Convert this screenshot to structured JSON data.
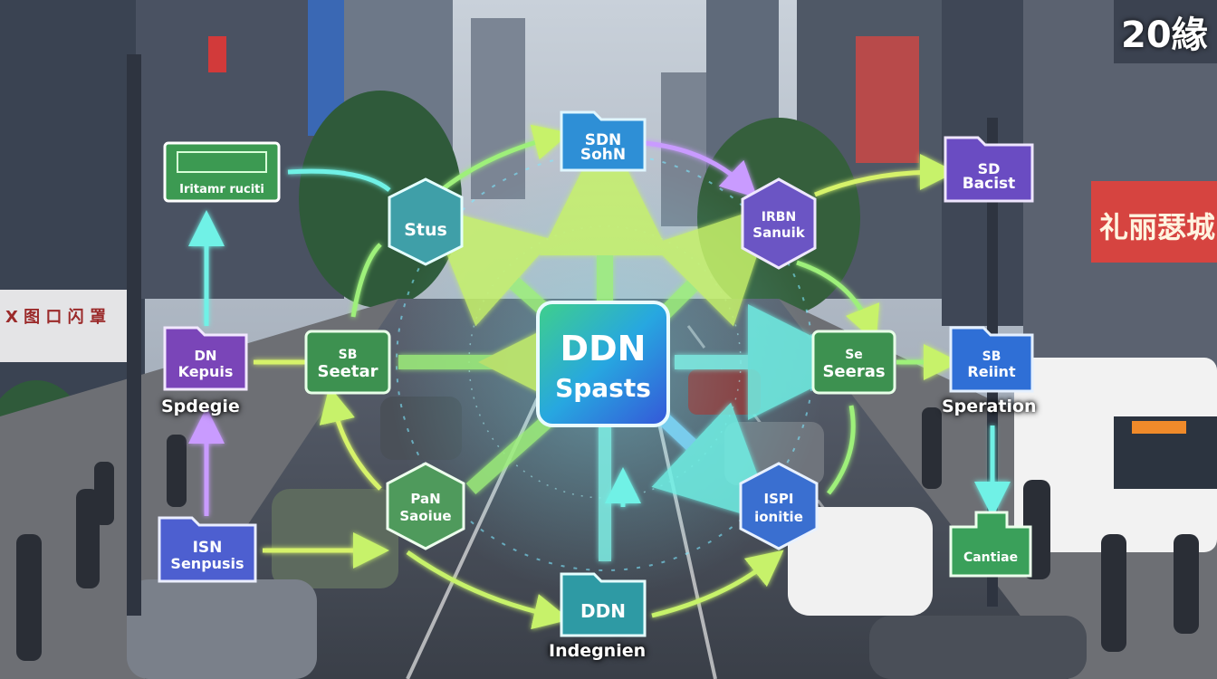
{
  "diagram": {
    "hub": {
      "line1": "DDN",
      "line2": "Spasts"
    },
    "nodes": [
      {
        "id": "top",
        "shape": "folder",
        "color": "#2e8fd6",
        "lines": [
          "SDN",
          "SohN"
        ]
      },
      {
        "id": "top-right",
        "shape": "folder",
        "color": "#6a4cc2",
        "lines": [
          "SD",
          "Bacist"
        ]
      },
      {
        "id": "stus",
        "shape": "hexagon",
        "color": "#3f9fa8",
        "lines": [
          "Stus"
        ]
      },
      {
        "id": "sanuik",
        "shape": "hexagon",
        "color": "#6b55c4",
        "lines": [
          "IRBN",
          "Sanuik"
        ]
      },
      {
        "id": "signboard",
        "shape": "sign",
        "color": "#3c9a52",
        "lines": [
          "Iritamr ruciti"
        ]
      },
      {
        "id": "kepuis",
        "shape": "folder",
        "color": "#7a45b8",
        "lines": [
          "DN",
          "Kepuis"
        ]
      },
      {
        "id": "seetar",
        "shape": "tab",
        "color": "#3d9150",
        "lines": [
          "SB",
          "Seetar"
        ]
      },
      {
        "id": "seeras",
        "shape": "tab",
        "color": "#3d9150",
        "lines": [
          "Se",
          "Seeras"
        ]
      },
      {
        "id": "reiint",
        "shape": "folder",
        "color": "#2f6fd6",
        "lines": [
          "SB",
          "Reiint"
        ]
      },
      {
        "id": "saoiue",
        "shape": "hexagon",
        "color": "#4f9a5c",
        "lines": [
          "PaN",
          "Saoiue"
        ]
      },
      {
        "id": "ionitie",
        "shape": "hexagon",
        "color": "#3a6fd0",
        "lines": [
          "ISPI",
          "ionitie"
        ]
      },
      {
        "id": "senpusis",
        "shape": "folder",
        "color": "#4d5fd0",
        "lines": [
          "ISN",
          "Senpusis"
        ]
      },
      {
        "id": "bottom",
        "shape": "folder",
        "color": "#2e9aa4",
        "lines": [
          "DDN"
        ]
      },
      {
        "id": "cantiae",
        "shape": "tab",
        "color": "#3aa05a",
        "lines": [
          "Cantiae"
        ]
      }
    ],
    "captions": {
      "spdegie": "Spdegie",
      "speration": "Speration",
      "indegnien": "Indegnien"
    }
  },
  "scene": {
    "storefront_right_top": "20緣",
    "storefront_right_mid": "礼丽瑟城",
    "storefront_left": "Ⅹ 图 口 闪 罩"
  }
}
